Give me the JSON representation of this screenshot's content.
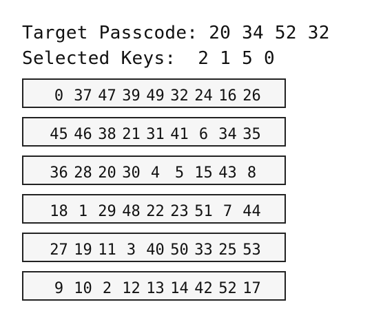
{
  "header": {
    "target_line": "Target Passcode: 20 34 52 32",
    "selected_line": "Selected Keys:  2 1 5 0"
  },
  "keypad": {
    "rows": [
      [
        "0",
        "37",
        "47",
        "39",
        "49",
        "32",
        "24",
        "16",
        "26"
      ],
      [
        "45",
        "46",
        "38",
        "21",
        "31",
        "41",
        "6",
        "34",
        "35"
      ],
      [
        "36",
        "28",
        "20",
        "30",
        "4",
        "5",
        "15",
        "43",
        "8"
      ],
      [
        "18",
        "1",
        "29",
        "48",
        "22",
        "23",
        "51",
        "7",
        "44"
      ],
      [
        "27",
        "19",
        "11",
        "3",
        "40",
        "50",
        "33",
        "25",
        "53"
      ],
      [
        "9",
        "10",
        "2",
        "12",
        "13",
        "14",
        "42",
        "52",
        "17"
      ]
    ]
  }
}
